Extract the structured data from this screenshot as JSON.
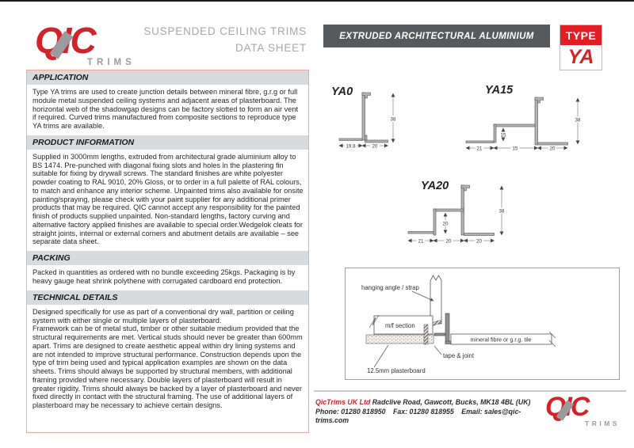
{
  "colors": {
    "brand_red": "#d0242b",
    "badge_red": "#e21e25",
    "banner_gray": "#58595b",
    "logo_gray": "#9b9b9d",
    "section_head_bg": "#d9dadb",
    "panel_border_pink": "#f0a9a5"
  },
  "header": {
    "logo_text": "QIC",
    "logo_sub": "TRIMS",
    "title": "SUSPENDED CEILING TRIMS",
    "subtitle": "DATA SHEET",
    "banner": "EXTRUDED ARCHITECTURAL ALUMINIUM",
    "type_label": "TYPE",
    "type_value": "YA"
  },
  "sections": [
    {
      "heading": "APPLICATION",
      "body": "Type YA trims are used to create junction details between mineral fibre, g.r.g or full module metal suspended ceiling systems and adjacent areas of plasterboard. The horizontal web of the shadowgap designs can be factory slotted to form an air vent if required. Curved trims manufactured from composite sections to reproduce type YA trims are available."
    },
    {
      "heading": "PRODUCT INFORMATION",
      "body": "Supplied in 3000mm lengths, extruded from architectural grade aluminium alloy to BS 1474. Pre-punched with diagonal fixing slots and holes in the plastering fin suitable for fixing by drywall screws. The standard finishes are white polyester powder coating to RAL 9010, 20% Gloss, or to order in a full palette of RAL colours, to match and enhance any interior scheme. Unpainted trims also available for onsite painting/spraying, please check with your paint supplier for any additional primer products that may be required. QIC cannot accept any responsibility for the painted finish of products supplied unpainted. Non-standard lengths, factory curving and alternative factory applied finishes are available to special order.Wedgelok cleats for straight joints, internal or external corners and abutment details are available – see separate data sheet."
    },
    {
      "heading": "PACKING",
      "body": "Packed in quantities as ordered with no bundle exceeding 25kgs. Packaging is by heavy gauge heat shrink polythene with corrugated cardboard end protection."
    },
    {
      "heading": "TECHNICAL DETAILS",
      "body": "Designed specifically for use as part of a conventional dry wall, partition or ceiling system with either single or multiple layers of plasterboard.\nFramework can be of metal stud, timber or other suitable medium provided that the structural requirements are met. Vertical studs should never be greater than 600mm apart. Trims are designed to create aesthetic appeal within dry lining systems and are not intended to improve structural performance. Construction depends upon the type of trim being used and typical application examples are shown on the data sheets. Trims should always be supported by structural members, with additional framing provided where necessary. Double layers of plasterboard will result in greater rigidity. Trims should always be backed by a layer of plasterboard and never fixed directly in contact with the structural framing. The use of additional layers of plasterboard may be necessary to achieve certain designs."
    }
  ],
  "diagrams": {
    "ya0": {
      "label": "YA0",
      "h": "38",
      "a": "19.8",
      "b": "20"
    },
    "ya15": {
      "label": "YA15",
      "h": "38",
      "step": "15",
      "a": "21",
      "b": "15",
      "c": "20"
    },
    "ya20": {
      "label": "YA20",
      "h": "38",
      "step": "20",
      "a": "21",
      "b": "20",
      "c": "20"
    }
  },
  "installation": {
    "hanging_label": "hanging angle / strap",
    "mf_label": "m/f section",
    "tile_label": "mineral fibre or g.r.g. tile",
    "tape_label": "tape & joint",
    "board_label": "12.5mm plasterboard"
  },
  "footer": {
    "company": "QicTrims UK Ltd",
    "address": "Radclive Road, Gawcott, Bucks, MK18 4BL (UK)",
    "contact_phone": "Phone: 01280 818950",
    "contact_fax": "Fax: 01280 818955",
    "contact_email": "Email: sales@qic-trims.com",
    "logo_text": "QIC",
    "logo_sub": "TRIMS"
  }
}
